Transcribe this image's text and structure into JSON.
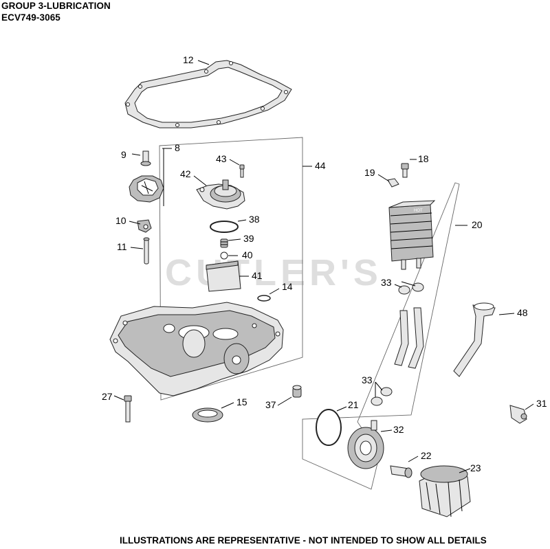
{
  "header": {
    "title": "GROUP 3-LUBRICATION",
    "model": "ECV749-3065"
  },
  "watermark": "CUTLER'S",
  "footer": "ILLUSTRATIONS ARE REPRESENTATIVE - NOT INTENDED TO SHOW ALL DETAILS",
  "callouts": [
    "12",
    "9",
    "8",
    "43",
    "42",
    "44",
    "19",
    "18",
    "10",
    "38",
    "39",
    "40",
    "41",
    "14",
    "20",
    "33",
    "48",
    "11",
    "27",
    "15",
    "37",
    "21",
    "33",
    "32",
    "22",
    "23",
    "31"
  ],
  "oil_cooler_marking": "HOT"
}
